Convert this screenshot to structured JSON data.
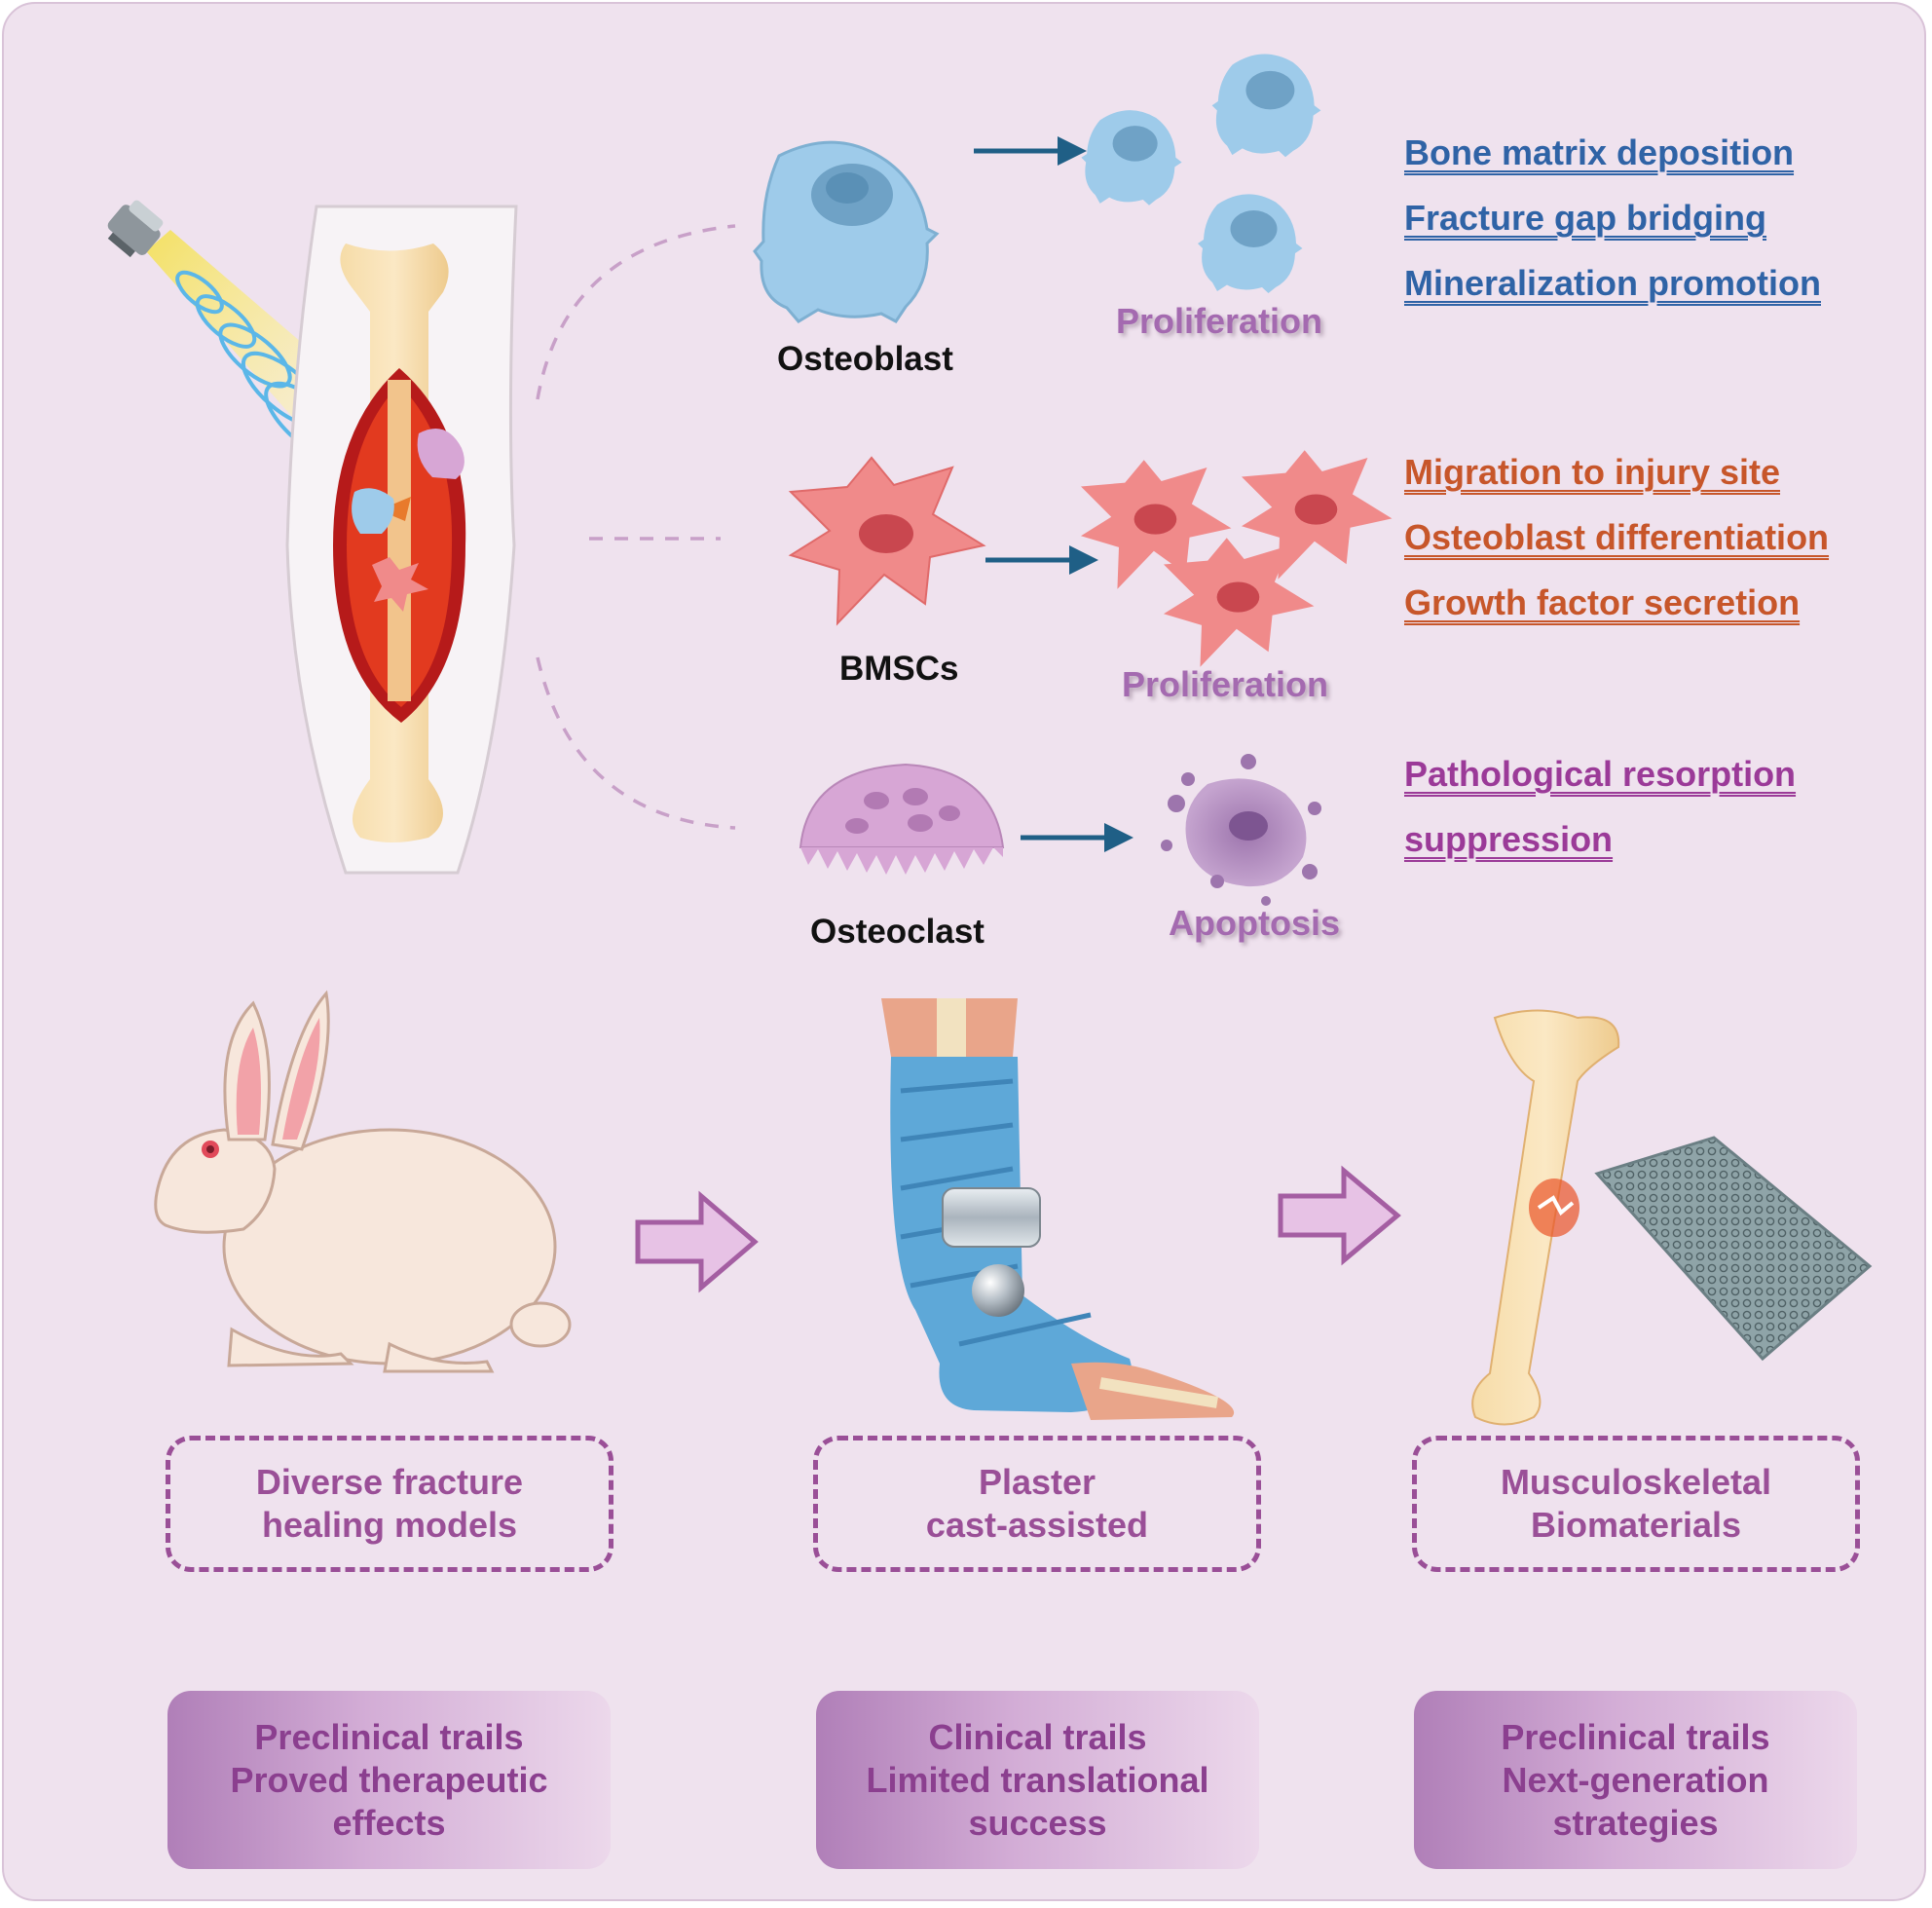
{
  "cells": {
    "osteoblast": {
      "name": "Osteoblast",
      "result": "Proliferation",
      "effects": [
        "Bone matrix deposition",
        "Fracture gap bridging",
        "Mineralization promotion"
      ]
    },
    "bmscs": {
      "name": "BMSCs",
      "result": "Proliferation",
      "effects": [
        "Migration to injury site",
        "Osteoblast differentiation",
        "Growth factor secretion"
      ]
    },
    "osteoclast": {
      "name": "Osteoclast",
      "result": "Apoptosis",
      "effects": [
        "Pathological resorption",
        "suppression"
      ]
    }
  },
  "colors": {
    "osteoblast": "#9ecbea",
    "bmscs": "#f08a8a",
    "osteoclast": "#d7a6d5",
    "effect_blue": "#2f63a6",
    "effect_orange": "#c7562a",
    "effect_purple": "#9b3a98",
    "box_purple": "#9a4f97",
    "background": "#efe2ee"
  },
  "approaches": [
    {
      "icon": "rabbit-icon",
      "box": [
        "Diverse fracture",
        "healing models"
      ],
      "trial": [
        "Preclinical trails",
        "Proved therapeutic",
        "effects"
      ]
    },
    {
      "icon": "ankle-brace-icon",
      "box": [
        "Plaster",
        "cast-assisted"
      ],
      "trial": [
        "Clinical trails",
        "Limited translational",
        "success"
      ]
    },
    {
      "icon": "bone-scaffold-icon",
      "box": [
        "Musculoskeletal",
        "Biomaterials"
      ],
      "trial": [
        "Preclinical trails",
        "Next-generation",
        "strategies"
      ]
    }
  ]
}
